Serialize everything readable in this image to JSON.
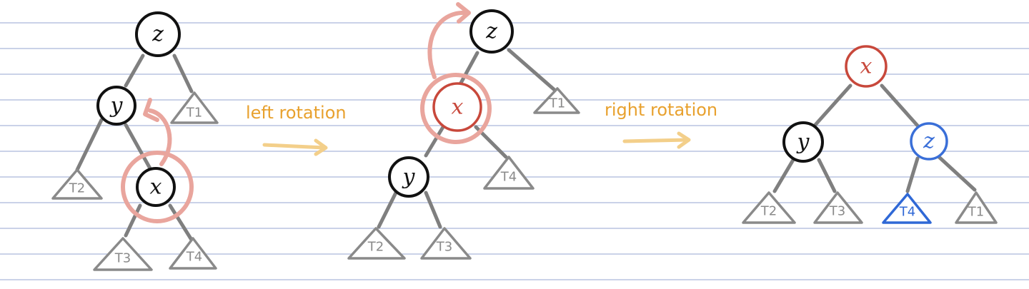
{
  "labels": {
    "left_rotation": "left rotation",
    "right_rotation": "right rotation"
  },
  "tree1": {
    "z": "z",
    "y": "y",
    "x": "x",
    "t1": "T1",
    "t2": "T2",
    "t3": "T3",
    "t4": "T4"
  },
  "tree2": {
    "z": "z",
    "x": "x",
    "y": "y",
    "t1": "T1",
    "t2": "T2",
    "t3": "T3",
    "t4": "T4"
  },
  "tree3": {
    "x": "x",
    "y": "y",
    "z": "z",
    "t1": "T1",
    "t2": "T2",
    "t3": "T3",
    "t4": "T4"
  },
  "colors": {
    "ink": "#111111",
    "highlight_red": "#c8483b",
    "halo": "#e9a59d",
    "blue": "#3a6fd8",
    "subtree_gray": "#8a8a8a",
    "operation_orange": "#e8a12e"
  }
}
